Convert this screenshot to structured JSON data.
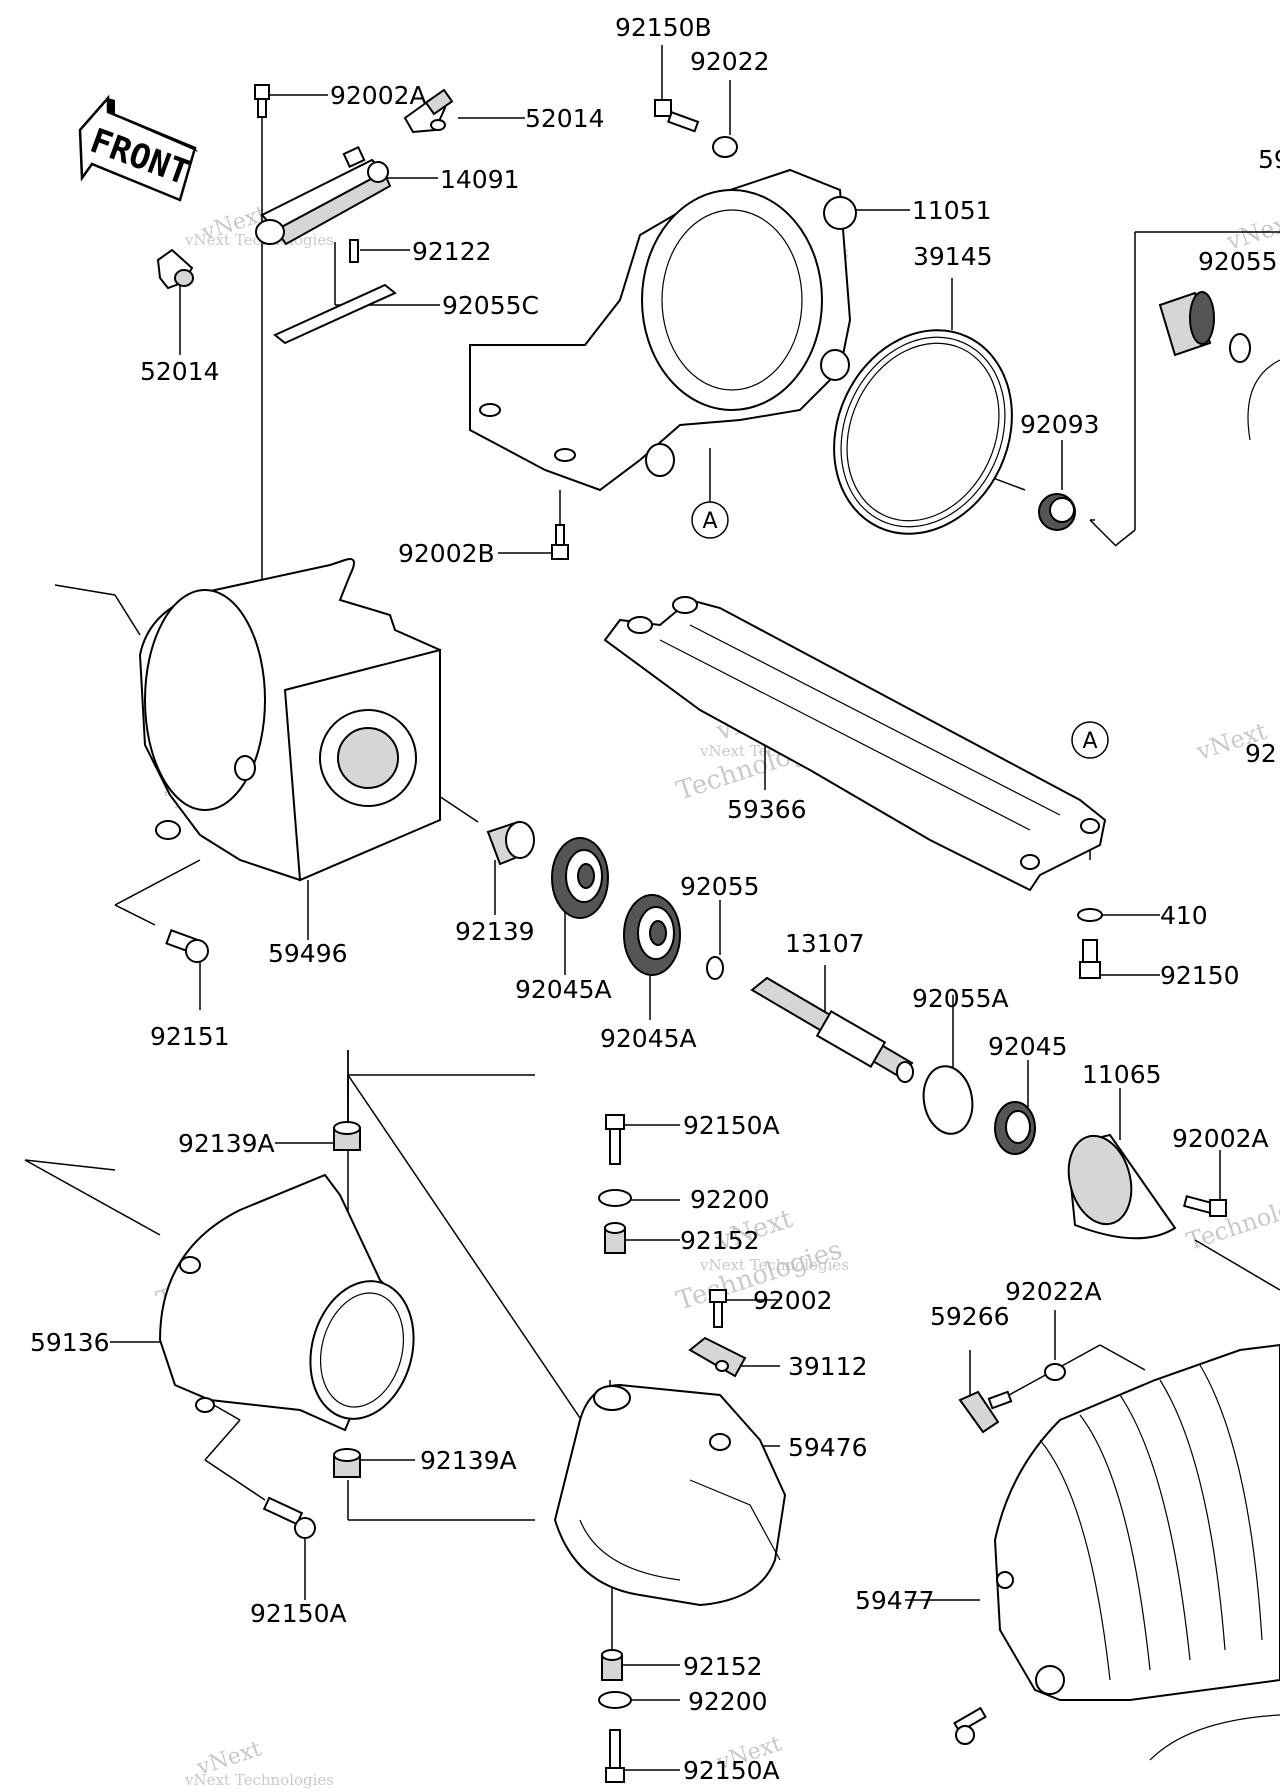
{
  "front_arrow": {
    "text": "FRONT"
  },
  "watermarks": [
    {
      "line1": "vNext",
      "line2": "Technologies"
    },
    {
      "line1": "vNext Technologies",
      "line2": ""
    }
  ],
  "callout_letter": "A",
  "labels": {
    "p92150B": "92150B",
    "p92022": "92022",
    "p92002A_top": "92002A",
    "p52014_top": "52014",
    "p14091": "14091",
    "p11051": "11051",
    "p92122": "92122",
    "p39145": "39145",
    "p92055_top": "92055",
    "p92055C": "92055C",
    "p52014_left": "52014",
    "p92093": "92093",
    "p92002B": "92002B",
    "p59366": "59366",
    "p410": "410",
    "p92150": "92150",
    "p92055": "92055",
    "p13107": "13107",
    "p92139": "92139",
    "p59496": "59496",
    "p92045A_1": "92045A",
    "p92045A_2": "92045A",
    "p92151": "92151",
    "p92055A": "92055A",
    "p92045": "92045",
    "p11065": "11065",
    "p92002A_right": "92002A",
    "p92139A_top": "92139A",
    "p92150A_top": "92150A",
    "p92200_top": "92200",
    "p92152_top": "92152",
    "p92002": "92002",
    "p39112": "39112",
    "p59136": "59136",
    "p92022A": "92022A",
    "p59266": "59266",
    "p59476": "59476",
    "p92139A_bot": "92139A",
    "p59477": "59477",
    "p92150A_left": "92150A",
    "p92152_bot": "92152",
    "p92200_bot": "92200",
    "p92150A_bot": "92150A",
    "p_cut_59": "59",
    "p_cut_92": "92"
  }
}
